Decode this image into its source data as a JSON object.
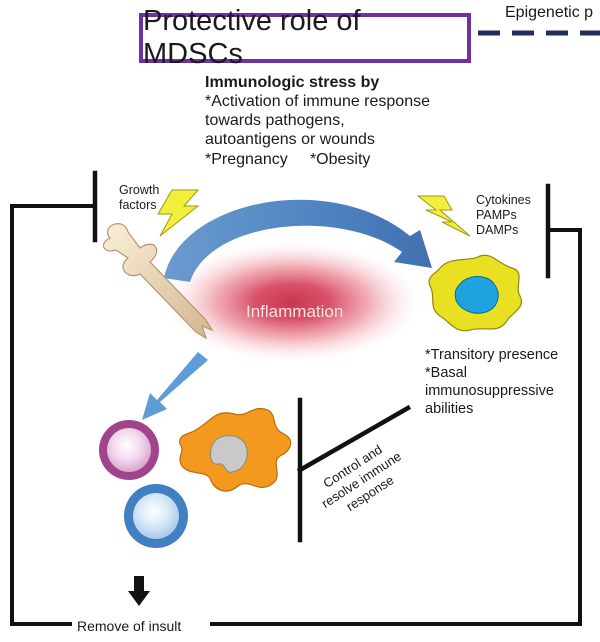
{
  "title": "Protective role of MDSCs",
  "side_label": "Epigenetic p",
  "stress": {
    "heading": "Immunologic stress by",
    "lines": [
      "*Activation of immune response",
      "towards pathogens,",
      "autoantigens or wounds",
      "*Pregnancy     *Obesity"
    ]
  },
  "growth_factors": [
    "Growth",
    "factors"
  ],
  "cytokines": [
    "Cytokines",
    "PAMPs",
    "DAMPs"
  ],
  "inflammation": "Inflammation",
  "mdsc_traits": [
    "*Transitory presence",
    "*Basal",
    "immunosuppressive",
    "abilities"
  ],
  "control": [
    "Control and",
    "resolve immune",
    "response"
  ],
  "remove": "Remove of insult",
  "colors": {
    "title_border": "#7030a0",
    "arrow_blue": "#4a86c5",
    "inflammation": "#d94f66",
    "lightning": "#f2ee3a",
    "mdsc_cell": "#e8e020",
    "mdsc_nucleus": "#1ea3e0",
    "macrophage": "#f39a1e",
    "cell_purple": "#a0448c",
    "cell_blue": "#3f7fc2",
    "dashed_line": "#1f2f5a"
  }
}
